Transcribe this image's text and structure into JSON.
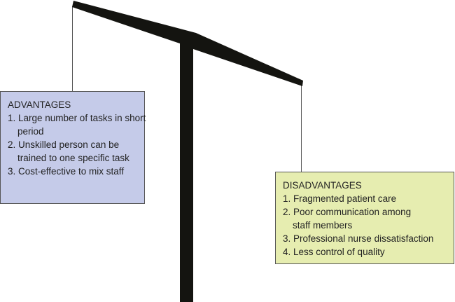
{
  "colors": {
    "advantages_bg": "#c5cbe9",
    "disadvantages_bg": "#e6edb0",
    "beam": "#141410"
  },
  "advantages": {
    "title": "ADVANTAGES",
    "lines": [
      "1. Large number of tasks in short",
      "period",
      "2. Unskilled person can be",
      "trained to one specific task",
      "3. Cost-effective to mix staff"
    ]
  },
  "disadvantages": {
    "title": "DISADVANTAGES",
    "lines": [
      "1. Fragmented patient care",
      "2. Poor communication among",
      "staff members",
      "3. Professional nurse dissatisfaction",
      "4. Less control of quality"
    ]
  }
}
